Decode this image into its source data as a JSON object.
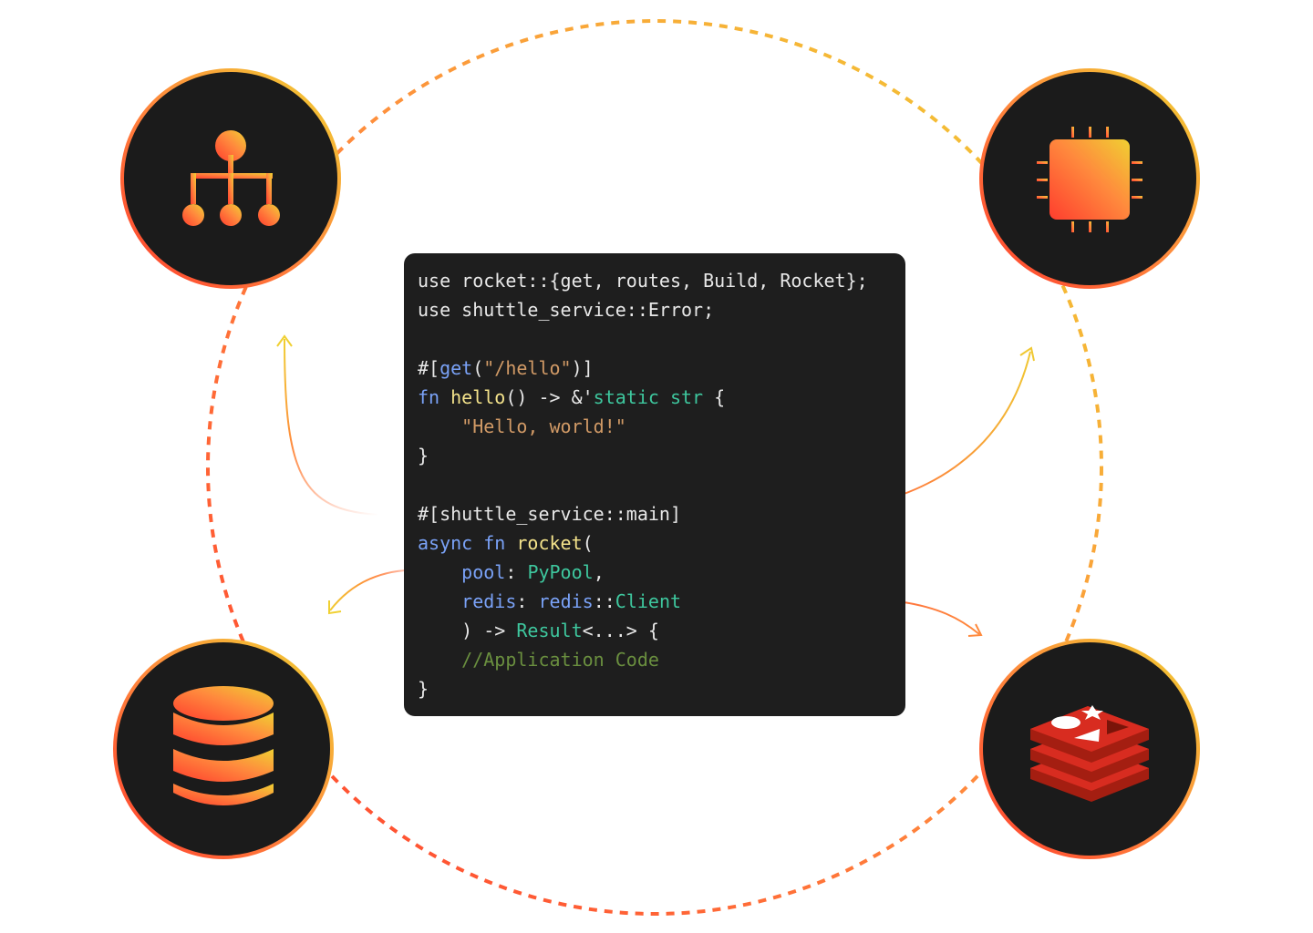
{
  "code": {
    "lines": [
      [
        {
          "t": "use rocket::{get, routes, Build, Rocket};",
          "c": "pl"
        }
      ],
      [
        {
          "t": "use shuttle_service::Error;",
          "c": "pl"
        }
      ],
      [
        {
          "t": "",
          "c": "pl"
        }
      ],
      [
        {
          "t": "#[",
          "c": "pl"
        },
        {
          "t": "get",
          "c": "kw"
        },
        {
          "t": "(",
          "c": "pl"
        },
        {
          "t": "\"/hello\"",
          "c": "st"
        },
        {
          "t": ")]",
          "c": "pl"
        }
      ],
      [
        {
          "t": "fn ",
          "c": "kw"
        },
        {
          "t": "hello",
          "c": "fn"
        },
        {
          "t": "() -> &'",
          "c": "pl"
        },
        {
          "t": "static str",
          "c": "ty"
        },
        {
          "t": " {",
          "c": "pl"
        }
      ],
      [
        {
          "t": "    ",
          "c": "pl"
        },
        {
          "t": "\"Hello, world!\"",
          "c": "st"
        }
      ],
      [
        {
          "t": "}",
          "c": "pl"
        }
      ],
      [
        {
          "t": "",
          "c": "pl"
        }
      ],
      [
        {
          "t": "#[shuttle_service::main]",
          "c": "pl"
        }
      ],
      [
        {
          "t": "async fn ",
          "c": "kw"
        },
        {
          "t": "rocket",
          "c": "fn"
        },
        {
          "t": "(",
          "c": "pl"
        }
      ],
      [
        {
          "t": "    ",
          "c": "pl"
        },
        {
          "t": "pool",
          "c": "kw"
        },
        {
          "t": ": ",
          "c": "pl"
        },
        {
          "t": "PyPool",
          "c": "ty"
        },
        {
          "t": ",",
          "c": "pl"
        }
      ],
      [
        {
          "t": "    ",
          "c": "pl"
        },
        {
          "t": "redis",
          "c": "kw"
        },
        {
          "t": ": ",
          "c": "pl"
        },
        {
          "t": "redis",
          "c": "kw"
        },
        {
          "t": "::",
          "c": "pl"
        },
        {
          "t": "Client",
          "c": "ty"
        }
      ],
      [
        {
          "t": "    ) -> ",
          "c": "pl"
        },
        {
          "t": "Result",
          "c": "ty"
        },
        {
          "t": "<...> {",
          "c": "pl"
        }
      ],
      [
        {
          "t": "    ",
          "c": "pl"
        },
        {
          "t": "//Application Code",
          "c": "cm"
        }
      ],
      [
        {
          "t": "}",
          "c": "pl"
        }
      ]
    ]
  },
  "nodes": [
    {
      "icon": "sitemap-icon"
    },
    {
      "icon": "cpu-chip-icon"
    },
    {
      "icon": "database-icon"
    },
    {
      "icon": "redis-icon"
    }
  ],
  "colors": {
    "gradient_start": "#ff3d2e",
    "gradient_mid": "#ff8a3d",
    "gradient_end": "#f0d032",
    "circle_fill": "#1b1b1b",
    "code_bg": "#1e1e1e",
    "redis_red": "#d82c20"
  }
}
